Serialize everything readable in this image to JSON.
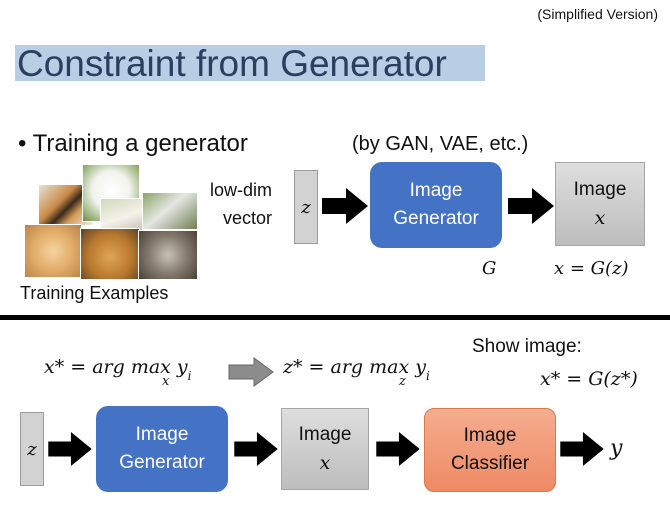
{
  "header": {
    "simplified": "(Simplified Version)",
    "title": "Constraint from Generator"
  },
  "top": {
    "bullet": "Training a generator",
    "paren": "(by GAN, VAE, etc.)",
    "lowdim_line1": "low-dim",
    "lowdim_line2": "vector",
    "z": "z",
    "generator_line1": "Image",
    "generator_line2": "Generator",
    "output_line1": "Image",
    "output_line2": "x",
    "G_label": "G",
    "xG_label": "x = G(z)",
    "training_examples": "Training Examples"
  },
  "bottom": {
    "eq1_main": "x* = arg max y",
    "eq1_sub": "x",
    "eq1_idx": "i",
    "eq2_main": "z* = arg max y",
    "eq2_sub": "z",
    "eq2_idx": "i",
    "show_image": "Show image:",
    "show_eq": "x* = G(z*)",
    "z": "z",
    "generator_line1": "Image",
    "generator_line2": "Generator",
    "image_line1": "Image",
    "image_line2": "x",
    "classifier_line1": "Image",
    "classifier_line2": "Classifier",
    "y": "y"
  },
  "colors": {
    "generator": "#4472c4",
    "classifier": "#ee8a64",
    "title_bg": "#b9cde4",
    "box_gray": "#d2d2d2"
  }
}
